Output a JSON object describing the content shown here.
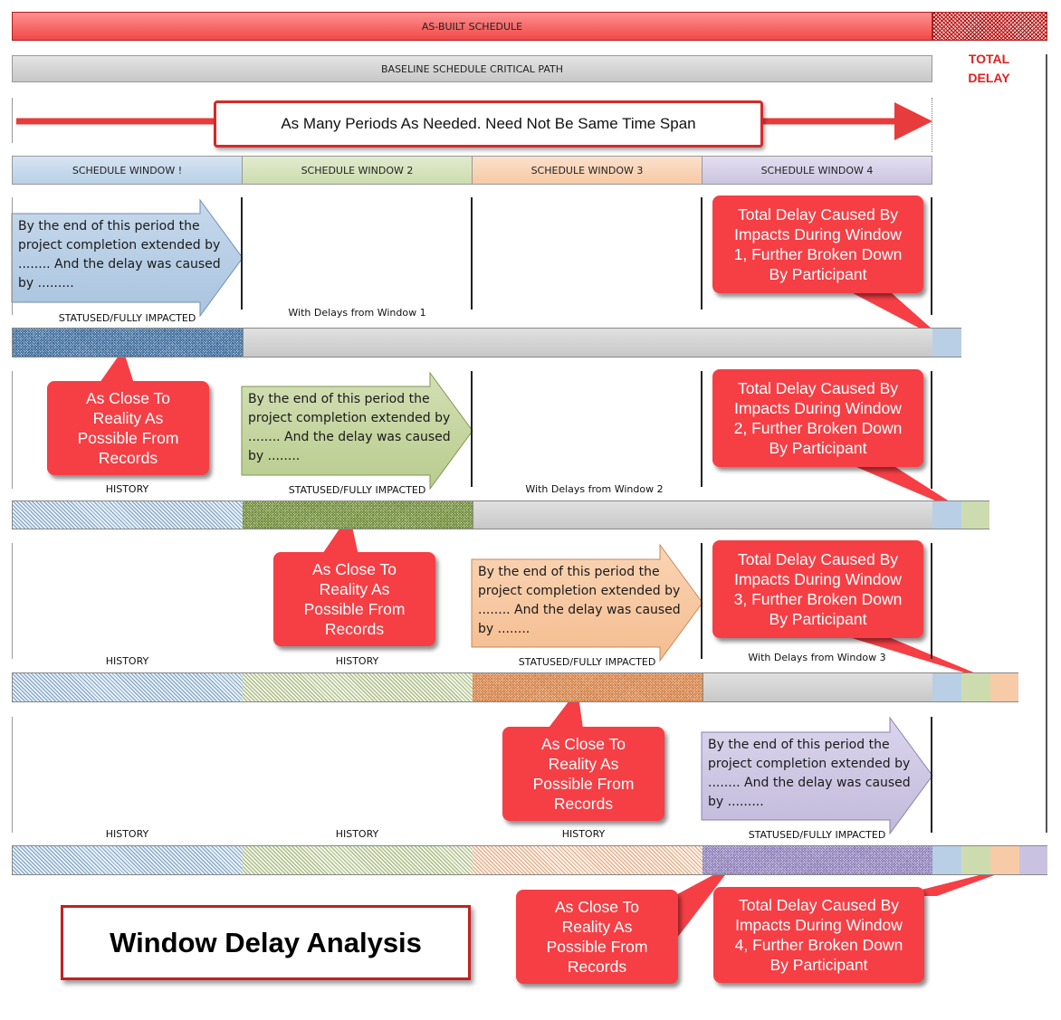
{
  "top_bars": {
    "as_built": "AS-BUILT SCHEDULE",
    "baseline": "BASELINE SCHEDULE CRITICAL PATH",
    "total_delay_line1": "TOTAL",
    "total_delay_line2": "DELAY"
  },
  "banner": {
    "text": "As Many Periods As Needed.  Need Not Be Same Time Span"
  },
  "windows": [
    {
      "label": "SCHEDULE WINDOW !"
    },
    {
      "label": "SCHEDULE WINDOW 2"
    },
    {
      "label": "SCHEDULE WINDOW 3"
    },
    {
      "label": "SCHEDULE WINDOW 4"
    }
  ],
  "arrow_text": {
    "w1": [
      "By the end of this period the",
      "project completion extended by",
      "........ And the delay was caused",
      "by ........."
    ],
    "w2": [
      "By the end of this period the",
      "project completion extended by",
      "........ And the delay was caused",
      "by ........"
    ],
    "w3": [
      "By the end of this period the",
      "project completion extended by",
      "........ And the delay was caused",
      "by ........"
    ],
    "w4": [
      "By the end of this period the",
      "project completion extended by",
      "........ And the delay was caused",
      "by ........."
    ]
  },
  "row_labels": {
    "statused": "STATUSED/FULLY IMPACTED",
    "history": "HISTORY",
    "with_delays_1": "With Delays from Window 1",
    "with_delays_2": "With Delays from Window 2",
    "with_delays_3": "With Delays from Window 3"
  },
  "callouts": {
    "total_1": "Total Delay Caused By\nImpacts During Window\n1, Further Broken Down\nBy Participant",
    "total_2": "Total Delay Caused By\nImpacts During Window\n2, Further Broken Down\nBy Participant",
    "total_3": "Total Delay Caused By\nImpacts During Window\n3, Further Broken Down\nBy Participant",
    "total_4": "Total Delay Caused By\nImpacts During Window\n4, Further Broken Down\nBy Participant",
    "reality": "As Close To\nReality As\nPossible From\nRecords"
  },
  "title": "Window Delay Analysis"
}
